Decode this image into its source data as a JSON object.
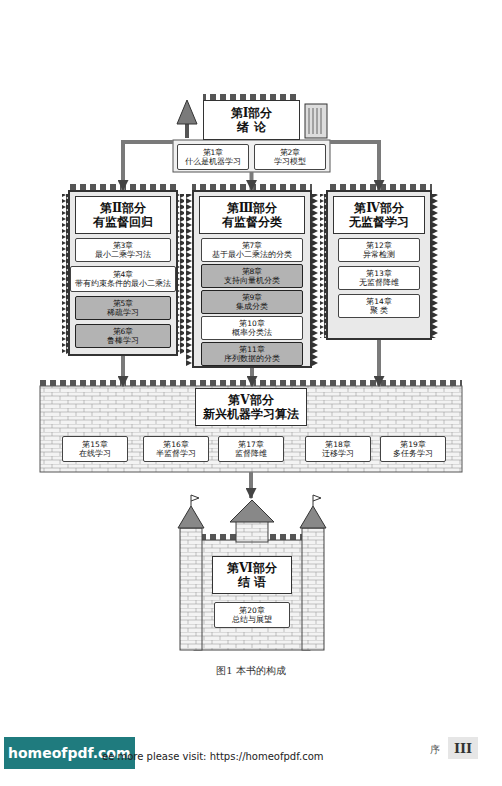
{
  "diagram": {
    "caption": "图1 本书的构成",
    "nodes": [
      {
        "text": [
          "第Ⅰ部分",
          "绪 论"
        ]
      },
      {
        "text": [
          "第1章",
          "什么是机器学习"
        ],
        "in": 0
      },
      {
        "text": [
          "第2章",
          "学习模型"
        ],
        "in": 0
      },
      {
        "text": [
          "第Ⅱ部分",
          "有监督回归"
        ]
      },
      {
        "text": [
          "第3章",
          "最小二乘学习法"
        ],
        "in": 3
      },
      {
        "text": [
          "第4章",
          "带有约束条件的最小二乘法"
        ],
        "in": 3
      },
      {
        "text": [
          "第5章",
          "稀疏学习"
        ],
        "in": 3
      },
      {
        "text": [
          "第6章",
          "鲁棒学习"
        ],
        "in": 3
      },
      {
        "text": [
          "第Ⅲ部分",
          "有监督分类"
        ]
      },
      {
        "text": [
          "第7章",
          "基于最小二乘法的分类"
        ],
        "in": 8
      },
      {
        "text": [
          "第8章",
          "支持向量机分类"
        ],
        "in": 8
      },
      {
        "text": [
          "第9章",
          "集成分类"
        ],
        "in": 8
      },
      {
        "text": [
          "第10章",
          "概率分类法"
        ],
        "in": 8
      },
      {
        "text": [
          "第11章",
          "序列数据的分类"
        ],
        "in": 8
      },
      {
        "text": [
          "第Ⅳ部分",
          "无监督学习"
        ]
      },
      {
        "text": [
          "第12章",
          "异常检测"
        ],
        "in": 14
      },
      {
        "text": [
          "第13章",
          "无监督降维"
        ],
        "in": 14
      },
      {
        "text": [
          "第14章",
          "聚 类"
        ],
        "in": 14
      },
      {
        "text": [
          "第Ⅴ部分",
          "新兴机器学习算法"
        ]
      },
      {
        "text": [
          "第15章",
          "在线学习"
        ],
        "in": 18
      },
      {
        "text": [
          "第16章",
          "半监督学习"
        ],
        "in": 18
      },
      {
        "text": [
          "第17章",
          "监督降维"
        ],
        "in": 18
      },
      {
        "text": [
          "第18章",
          "迁移学习"
        ],
        "in": 18
      },
      {
        "text": [
          "第19章",
          "多任务学习"
        ],
        "in": 18
      },
      {
        "text": [
          "第Ⅵ部分",
          "结 语"
        ]
      },
      {
        "text": [
          "第20章",
          "总结与展望"
        ],
        "in": 24
      }
    ],
    "edges": [
      {
        "from": 0,
        "to": 3,
        "arrow": "to"
      },
      {
        "from": 0,
        "to": 8,
        "arrow": "to"
      },
      {
        "from": 0,
        "to": 14,
        "arrow": "to"
      },
      {
        "from": 3,
        "to": 18,
        "arrow": "to"
      },
      {
        "from": 8,
        "to": 18,
        "arrow": "to"
      },
      {
        "from": 14,
        "to": 18,
        "arrow": "to"
      },
      {
        "from": 18,
        "to": 24,
        "arrow": "to"
      }
    ],
    "labels": [
      "homeofpdf.com",
      "ee more please visit: https://homeofpdf.com",
      "序",
      "III"
    ]
  }
}
